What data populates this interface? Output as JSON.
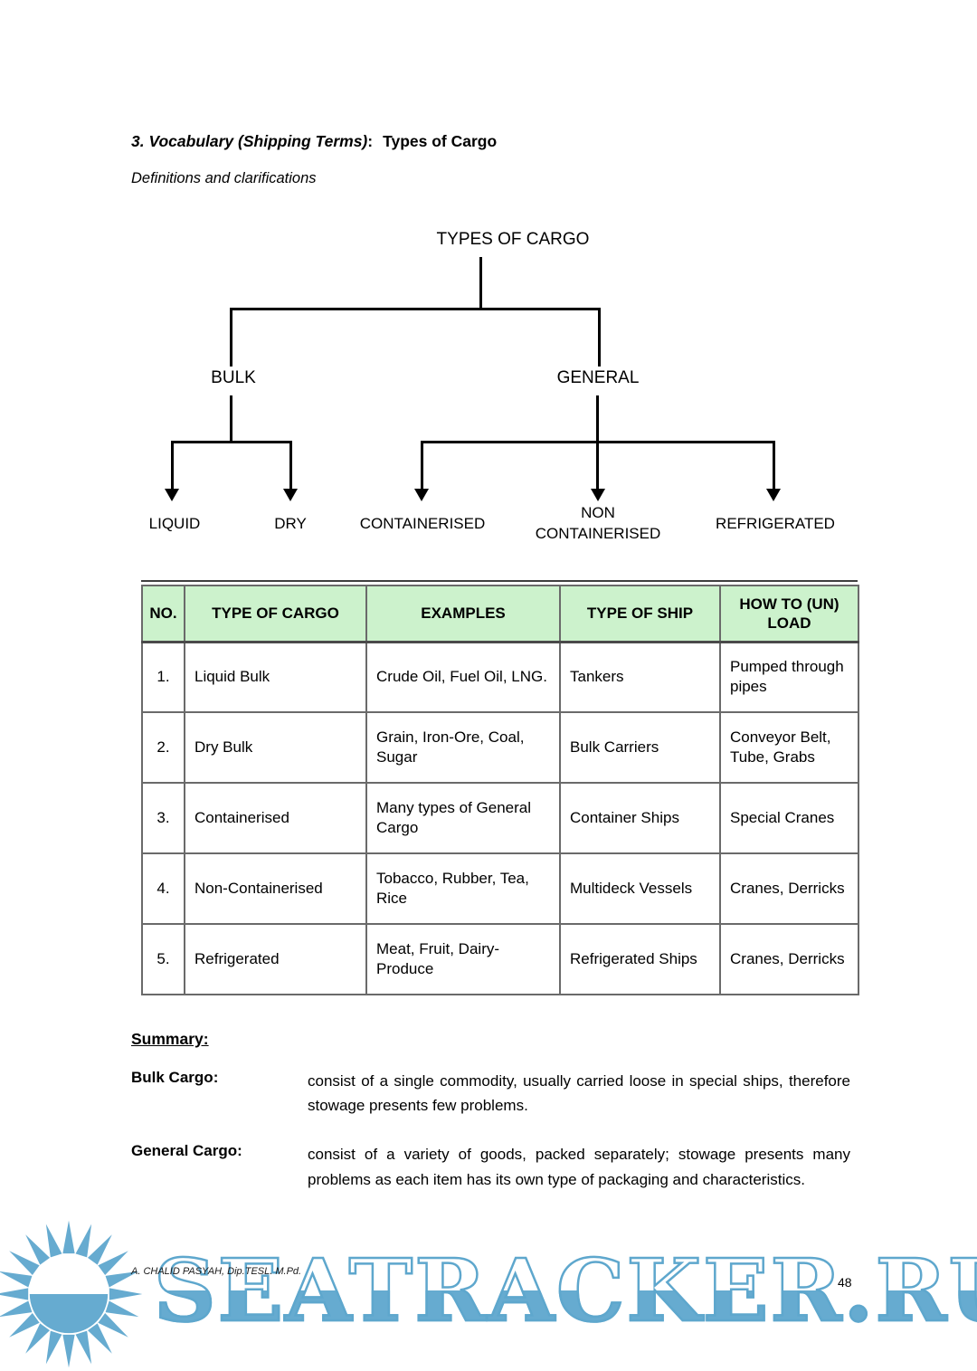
{
  "heading": {
    "prefix": "3. Vocabulary (Shipping Terms)",
    "separator": ":",
    "title": "Types of Cargo",
    "subtitle": "Definitions and clarifications"
  },
  "diagram": {
    "root": "TYPES OF CARGO",
    "branches": [
      {
        "label": "BULK",
        "children": [
          "LIQUID",
          "DRY"
        ]
      },
      {
        "label": "GENERAL",
        "children": [
          "CONTAINERISED",
          "NON CONTAINERISED",
          "REFRIGERATED"
        ]
      }
    ]
  },
  "table": {
    "header_bg": "#ccf2cc",
    "headers": [
      "NO.",
      "TYPE OF CARGO",
      "EXAMPLES",
      "TYPE OF SHIP",
      "HOW TO (UN) LOAD"
    ],
    "rows": [
      [
        "1.",
        "Liquid Bulk",
        "Crude Oil, Fuel Oil, LNG.",
        "Tankers",
        "Pumped through pipes"
      ],
      [
        "2.",
        "Dry Bulk",
        "Grain, Iron-Ore, Coal, Sugar",
        "Bulk Carriers",
        "Conveyor Belt, Tube, Grabs"
      ],
      [
        "3.",
        "Containerised",
        "Many types of General Cargo",
        "Container Ships",
        "Special Cranes"
      ],
      [
        "4.",
        "Non-Containerised",
        "Tobacco, Rubber, Tea, Rice",
        "Multideck Vessels",
        "Cranes, Derricks"
      ],
      [
        "5.",
        "Refrigerated",
        "Meat, Fruit, Dairy-Produce",
        "Refrigerated Ships",
        "Cranes, Derricks"
      ]
    ]
  },
  "summary": {
    "heading": "Summary:",
    "items": [
      {
        "term": "Bulk Cargo",
        "colon": ":",
        "definition": "consist of a single commodity, usually carried loose in special ships, therefore stowage presents few problems."
      },
      {
        "term": "General Cargo",
        "colon": ":",
        "definition": "consist of a variety of goods, packed separately; stowage presents many problems as each item has its own type of packaging and characteristics."
      }
    ]
  },
  "footer": {
    "author": "A. CHALID PASYAH, Dip.TESL. M.Pd.",
    "page_number": "48",
    "watermark": "SEATRACKER.RU",
    "watermark_color": "#66abd0"
  }
}
